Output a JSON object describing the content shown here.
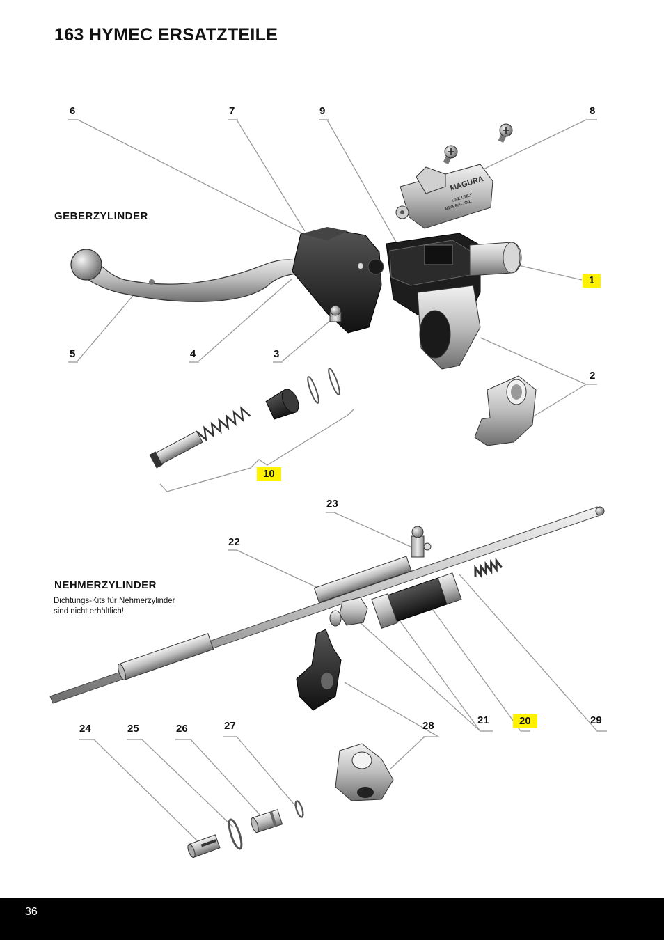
{
  "page": {
    "title": "163 HYMEC ERSATZTEILE",
    "page_number": "36"
  },
  "sections": {
    "master": {
      "heading": "GEBERZYLINDER"
    },
    "slave": {
      "heading": "NEHMERZYLINDER",
      "note_line1": "Dichtungs-Kits für Nehmerzylinder",
      "note_line2": "sind nicht erhältlich!"
    }
  },
  "cover_text": {
    "line1": "MAGURA",
    "line2": "USE ONLY",
    "line3": "MINERAL-OIL"
  },
  "callouts": [
    {
      "id": "1",
      "highlighted": true
    },
    {
      "id": "2",
      "highlighted": false
    },
    {
      "id": "3",
      "highlighted": false
    },
    {
      "id": "4",
      "highlighted": false
    },
    {
      "id": "5",
      "highlighted": false
    },
    {
      "id": "6",
      "highlighted": false
    },
    {
      "id": "7",
      "highlighted": false
    },
    {
      "id": "8",
      "highlighted": false
    },
    {
      "id": "9",
      "highlighted": false
    },
    {
      "id": "10",
      "highlighted": true
    },
    {
      "id": "20",
      "highlighted": true
    },
    {
      "id": "21",
      "highlighted": false
    },
    {
      "id": "22",
      "highlighted": false
    },
    {
      "id": "23",
      "highlighted": false
    },
    {
      "id": "24",
      "highlighted": false
    },
    {
      "id": "25",
      "highlighted": false
    },
    {
      "id": "26",
      "highlighted": false
    },
    {
      "id": "27",
      "highlighted": false
    },
    {
      "id": "28",
      "highlighted": false
    },
    {
      "id": "29",
      "highlighted": false
    }
  ],
  "colors": {
    "highlight": "#fff200",
    "footer": "#000000",
    "leader": "#9a9a9a"
  }
}
